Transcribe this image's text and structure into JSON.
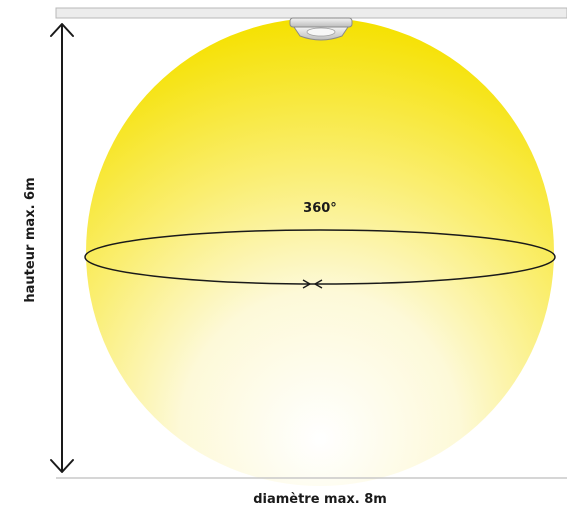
{
  "diagram": {
    "angle_label": "360°",
    "height_label": "hauteur max. 6m",
    "diameter_label": "diamètre max. 8m"
  },
  "colors": {
    "light_top": "#f7e600",
    "light_mid": "#fbf07a",
    "light_bottom": "#ffffff",
    "ceiling": "#e6e6e6",
    "floor": "#cccccc",
    "line": "#1a1a1a"
  },
  "icons": {
    "sensor": "ceiling-motion-sensor-icon",
    "arrows": "double-headed-arrow-icon"
  }
}
